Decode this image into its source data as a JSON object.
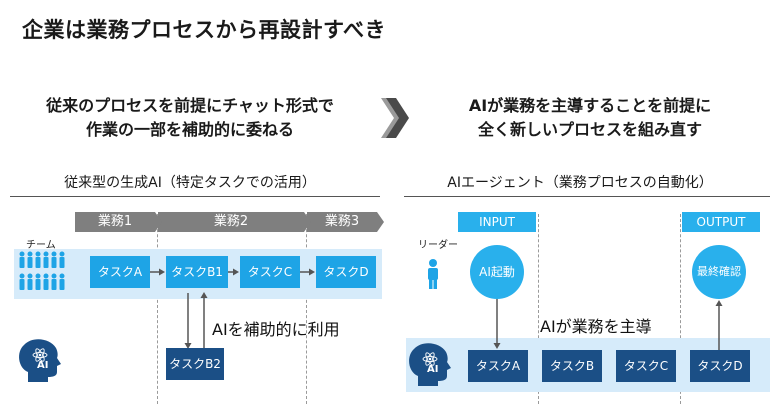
{
  "title": "企業は業務プロセスから再設計すべき",
  "left": {
    "headline_line1": "従来のプロセスを前提にチャット形式で",
    "headline_line2": "作業の一部を補助的に委ねる",
    "section_title": "従来型の生成AI（特定タスクでの活用）",
    "steps": [
      "業務1",
      "業務2",
      "業務3"
    ],
    "team_label": "チーム",
    "tasks": [
      "タスクA",
      "タスクB1",
      "タスクC",
      "タスクD"
    ],
    "task_b2": "タスクB2",
    "note": "AIを補助的に利用",
    "ai_label": "AI"
  },
  "right": {
    "headline_line1": "AIが業務を主導することを前提に",
    "headline_line2": "全く新しいプロセスを組み直す",
    "section_title": "AIエージェント（業務プロセスの自動化）",
    "input_label": "INPUT",
    "output_label": "OUTPUT",
    "leader_label": "リーダー",
    "start_circle": "AI起動",
    "confirm_circle": "最終確認",
    "note": "AIが業務を主導",
    "tasks": [
      "タスクA",
      "タスクB",
      "タスクC",
      "タスクD"
    ],
    "ai_label": "AI"
  },
  "colors": {
    "accent_light": "#1ea4e6",
    "accent_dark": "#1b4f86",
    "band": "#d6ebfa",
    "step_gray": "#7f7f7f"
  }
}
